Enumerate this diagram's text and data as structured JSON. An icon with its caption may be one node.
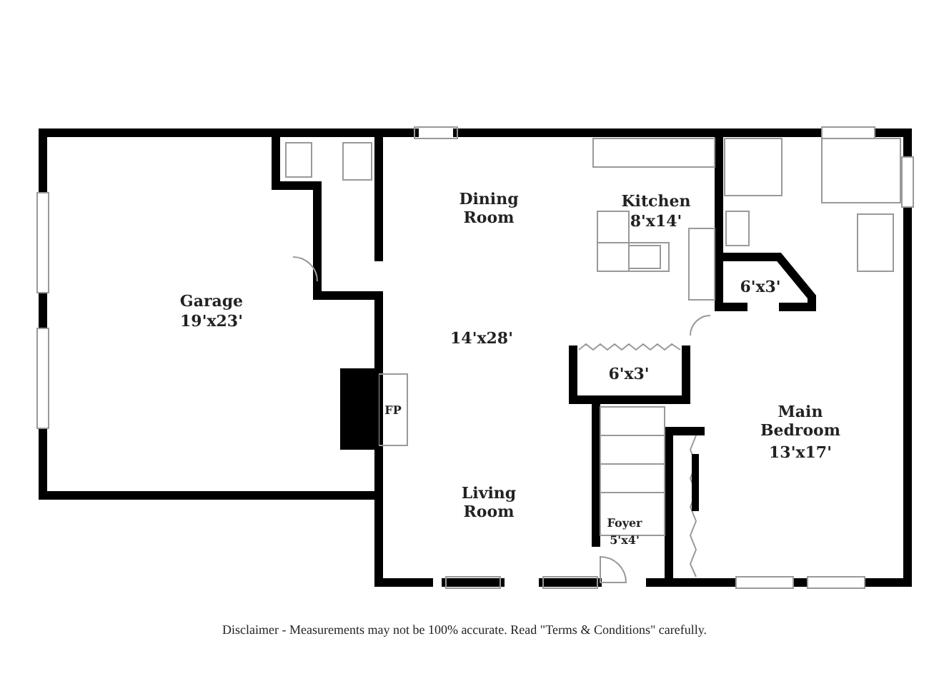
{
  "diagram": {
    "caption": "Disclaimer - Measurements may not be 100% accurate. Read \"Terms & Conditions\" carefully.",
    "labels": [
      "Dining Room",
      "Kitchen",
      "8'x14'",
      "Garage",
      "19'x23'",
      "6'x3'",
      "14'x28'",
      "6'x3'",
      "FP",
      "Main Bedroom",
      "13'x17'",
      "Living Room",
      "Foyer",
      "5'x4'"
    ]
  }
}
